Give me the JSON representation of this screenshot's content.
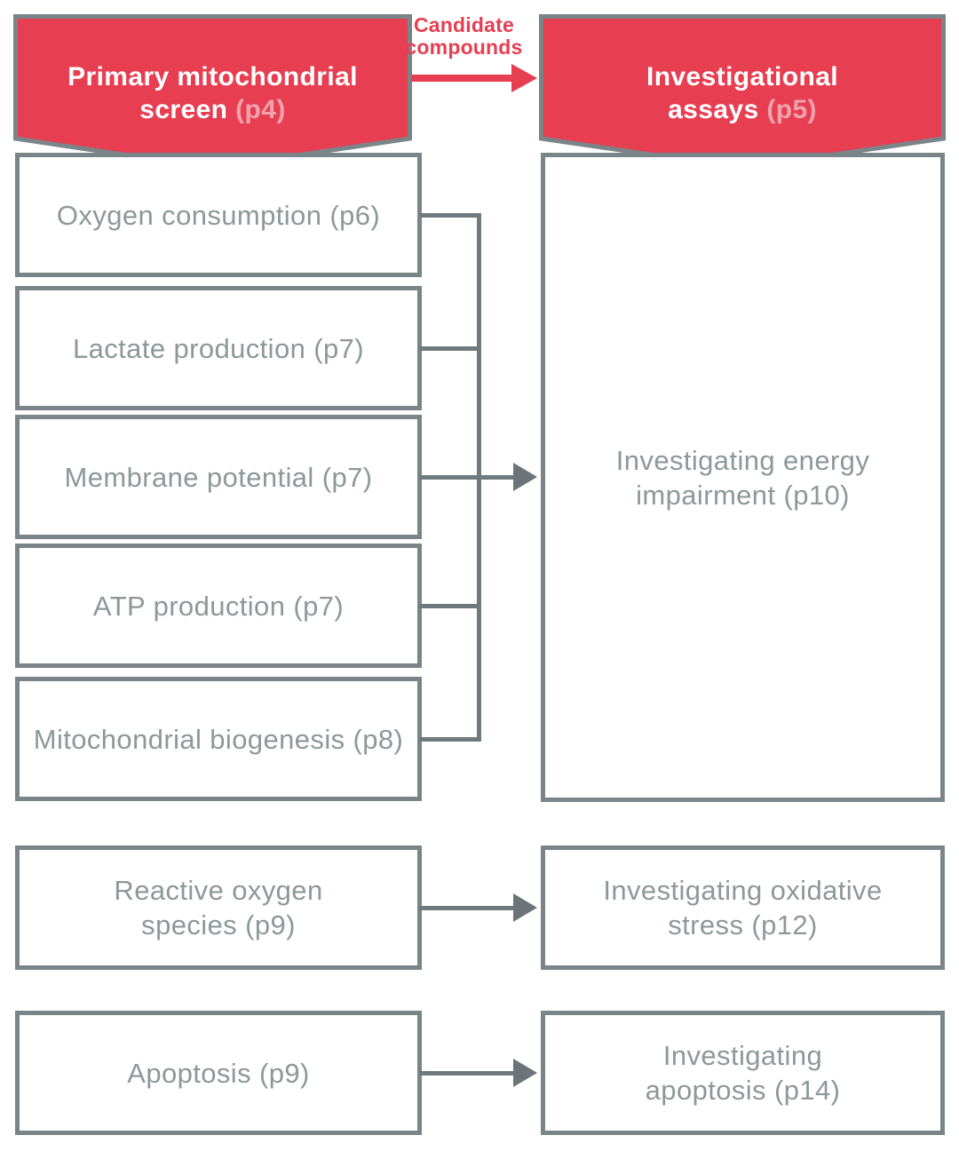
{
  "colors": {
    "red": "#e73e52",
    "page_ref_pink": "#f2a2ad",
    "box_border_gray": "#7a8589",
    "box_text_gray": "#8e979a",
    "connector_gray": "#6f7a7e"
  },
  "banners": {
    "primary_screen": {
      "line1": "Primary mitochondrial",
      "line2": "screen",
      "page": "(p4)"
    },
    "investigational_assays": {
      "line1": "Investigational",
      "line2": "assays",
      "page": "(p5)"
    }
  },
  "flow_label": {
    "line1": "Candidate",
    "line2": "compounds"
  },
  "screen_boxes": [
    {
      "lines": [
        "Oxygen consumption (p6)"
      ]
    },
    {
      "lines": [
        "Lactate production (p7)"
      ]
    },
    {
      "lines": [
        "Membrane potential (p7)"
      ]
    },
    {
      "lines": [
        "ATP production (p7)"
      ]
    },
    {
      "lines": [
        "Mitochondrial biogenesis (p8)"
      ]
    },
    {
      "lines": [
        "Reactive oxygen",
        "species (p9)"
      ]
    },
    {
      "lines": [
        "Apoptosis (p9)"
      ]
    }
  ],
  "assay_boxes": [
    {
      "lines": [
        "Investigating energy",
        "impairment (p10)"
      ]
    },
    {
      "lines": [
        "Investigating oxidative",
        "stress (p12)"
      ]
    },
    {
      "lines": [
        "Investigating",
        "apoptosis (p14)"
      ]
    }
  ]
}
